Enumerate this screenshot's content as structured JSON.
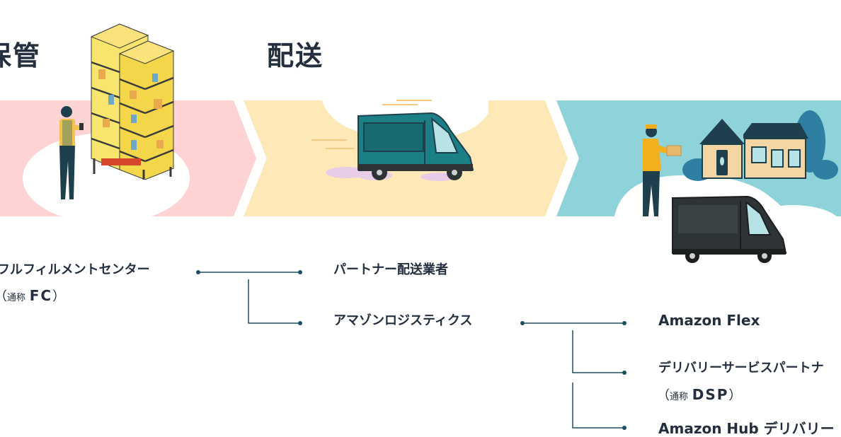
{
  "stages": {
    "storage_title": "保管",
    "delivery_title": "配送"
  },
  "storage": {
    "facility": "フルフィルメントセンター",
    "abbr_open": "（",
    "abbr_prefix": "通称",
    "abbr": "FC",
    "abbr_close": "）"
  },
  "delivery": {
    "partner_carriers": "パートナー配送業者",
    "amazon_logistics": "アマゾンロジスティクス"
  },
  "last_mile": {
    "flex": "Amazon Flex",
    "dsp": "デリバリーサービスパートナ",
    "dsp_abbr_open": "（",
    "dsp_abbr_prefix": "通称",
    "dsp_abbr": "DSP",
    "dsp_abbr_close": "）",
    "hub": "Amazon Hub デリバリー"
  },
  "colors": {
    "band_storage": "#fdd3d3",
    "band_delivery": "#fde9b8",
    "band_lastmile": "#8fd3da",
    "connector": "#1f4e5f",
    "text": "#232f3e",
    "van_teal": "#1d7f86",
    "van_dark": "#2e3436",
    "shelf_yellow": "#f8e56e",
    "house_wall": "#f4d6a5",
    "house_roof": "#1e3f4c"
  },
  "icons": [
    "warehouse-worker-icon",
    "warehouse-shelving-icon",
    "teal-van-icon",
    "courier-icon",
    "house-icon",
    "dark-van-icon",
    "tree-icon"
  ]
}
